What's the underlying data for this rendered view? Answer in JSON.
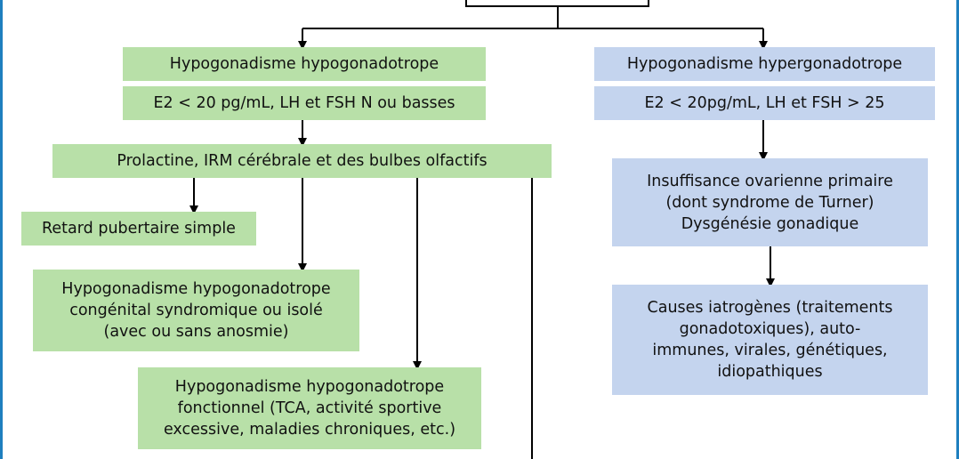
{
  "colors": {
    "green_box": "#b8e0a8",
    "blue_box": "#c4d4ee",
    "border": "#1e7fbf",
    "lines": "#000000"
  },
  "left": {
    "title": "Hypogonadisme hypogonadotrope",
    "criteria": "E2 < 20 pg/mL, LH et FSH N ou basses",
    "exams": "Prolactine, IRM cérébrale et des bulbes olfactifs",
    "outcomes": [
      "Retard pubertaire simple",
      "Hypogonadisme hypogonadotrope\ncongénital syndromique ou isolé\n(avec ou sans anosmie)",
      "Hypogonadisme hypogonadotrope\nfonctionnel (TCA, activité sportive\nexcessive, maladies chroniques, etc.)"
    ]
  },
  "right": {
    "title": "Hypogonadisme hypergonadotrope",
    "criteria": "E2 < 20pg/mL, LH et FSH > 25",
    "cause1": "Insuffisance ovarienne primaire\n(dont syndrome de Turner)\nDysgénésie gonadique",
    "cause2": "Causes iatrogènes (traitements\ngonadotoxiques), auto-\nimmunes, virales, génétiques,\nidiopathiques"
  }
}
